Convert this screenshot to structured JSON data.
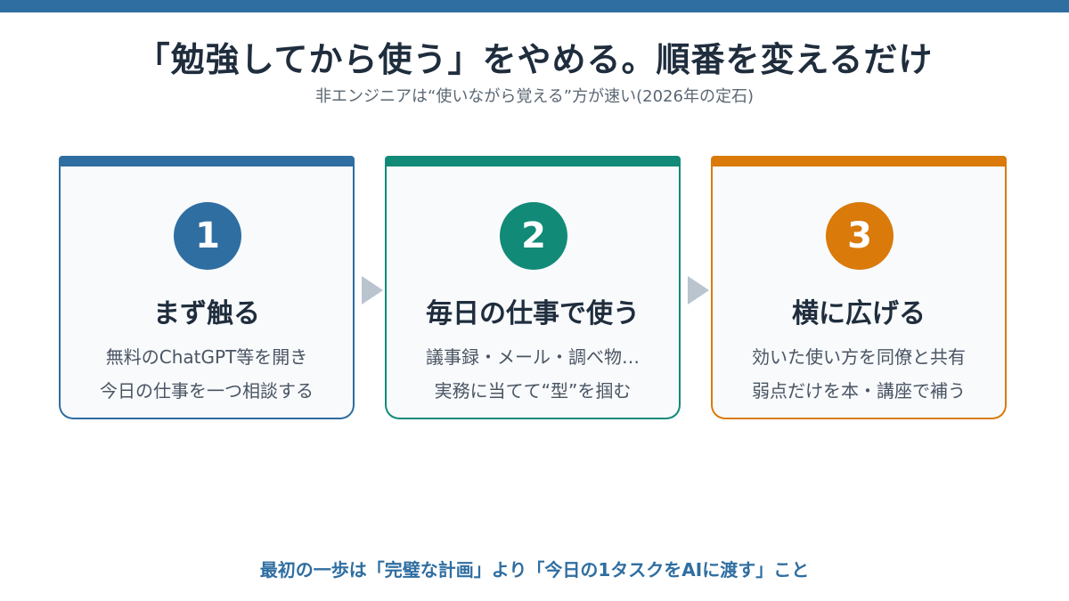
{
  "title": "「勉強してから使う」をやめる。順番を変えるだけ",
  "subtitle": "非エンジニアは“使いながら覚える”方が速い(2026年の定石)",
  "colors": {
    "step1": "#2f6ea1",
    "step2": "#128a78",
    "step3": "#d97a0a",
    "arrow": "#b9c4cf"
  },
  "steps": [
    {
      "number": "1",
      "heading": "まず触る",
      "line1": "無料のChatGPT等を開き",
      "line2": "今日の仕事を一つ相談する"
    },
    {
      "number": "2",
      "heading": "毎日の仕事で使う",
      "line1": "議事録・メール・調べ物…",
      "line2": "実務に当てて“型”を掴む"
    },
    {
      "number": "3",
      "heading": "横に広げる",
      "line1": "効いた使い方を同僚と共有",
      "line2": "弱点だけを本・講座で補う"
    }
  ],
  "footer": "最初の一歩は「完璧な計画」より「今日の1タスクをAIに渡す」こと"
}
